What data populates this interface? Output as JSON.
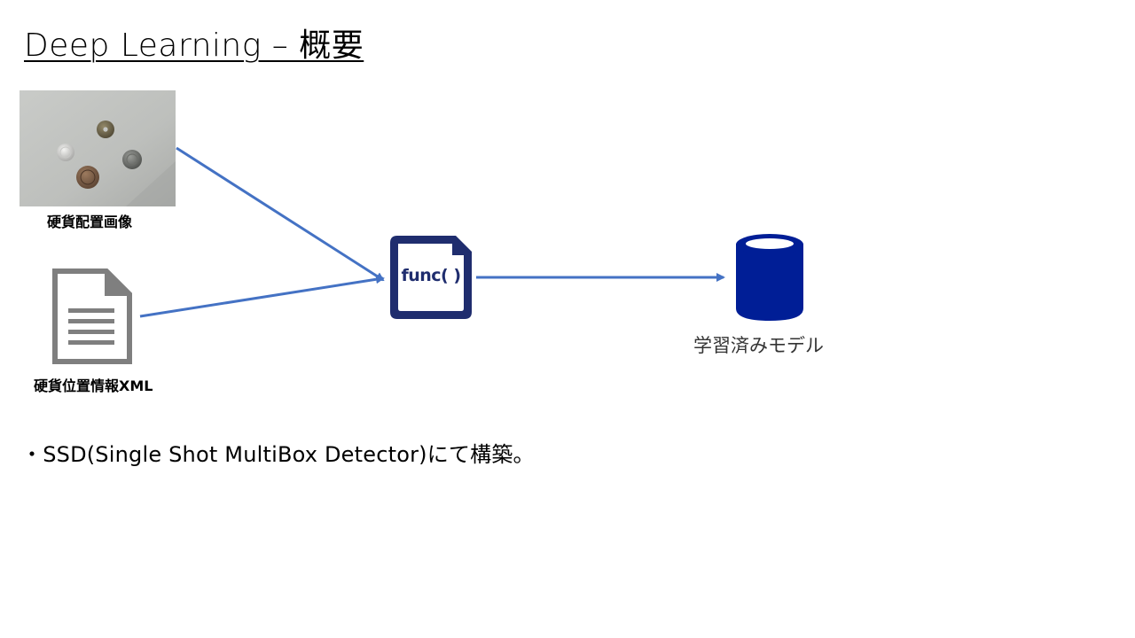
{
  "title": "Deep Learning – 概要",
  "inputs": {
    "image_label": "硬貨配置画像",
    "xml_label": "硬貨位置情報XML"
  },
  "process": {
    "func_label": "func( )",
    "icon": "function-file-icon"
  },
  "output": {
    "model_label": "学習済みモデル",
    "icon": "database-icon"
  },
  "bullet": "・SSD(Single Shot MultiBox Detector)にて構築。",
  "colors": {
    "arrow": "#4472c4",
    "func_icon": "#1f2d6e",
    "database": "#001e96",
    "document_icon": "#7f7f7f"
  }
}
